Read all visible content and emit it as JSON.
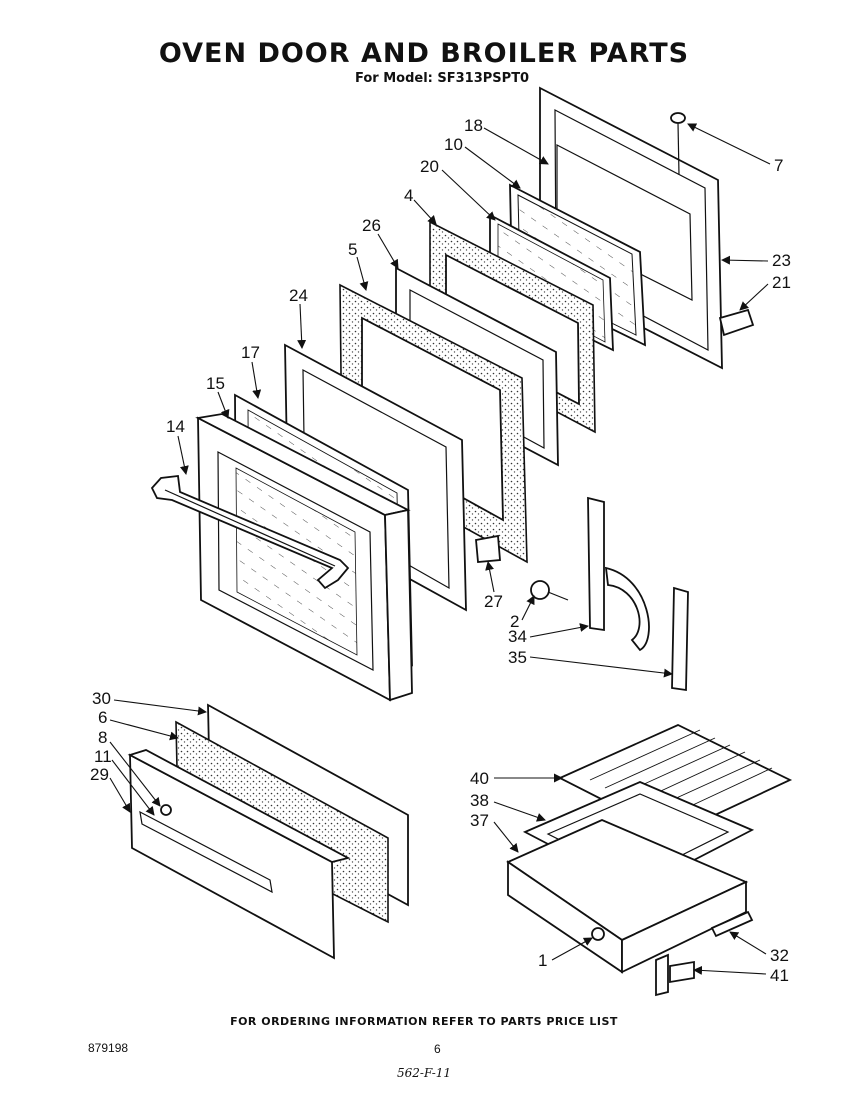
{
  "title": "OVEN DOOR AND BROILER PARTS",
  "subtitle": "For Model: SF313PSPT0",
  "footer_note": "FOR ORDERING INFORMATION REFER TO PARTS PRICE LIST",
  "doc_number": "879198",
  "page_number": "6",
  "handwritten_note": "562-F-11",
  "callouts": {
    "p1": "1",
    "p2": "2",
    "p4": "4",
    "p5": "5",
    "p6": "6",
    "p7": "7",
    "p8": "8",
    "p10": "10",
    "p11": "11",
    "p14": "14",
    "p15": "15",
    "p17": "17",
    "p18": "18",
    "p20": "20",
    "p21": "21",
    "p23": "23",
    "p24": "24",
    "p26": "26",
    "p27": "27",
    "p29": "29",
    "p30": "30",
    "p32": "32",
    "p34": "34",
    "p35": "35",
    "p37": "37",
    "p38": "38",
    "p40": "40",
    "p41": "41"
  }
}
